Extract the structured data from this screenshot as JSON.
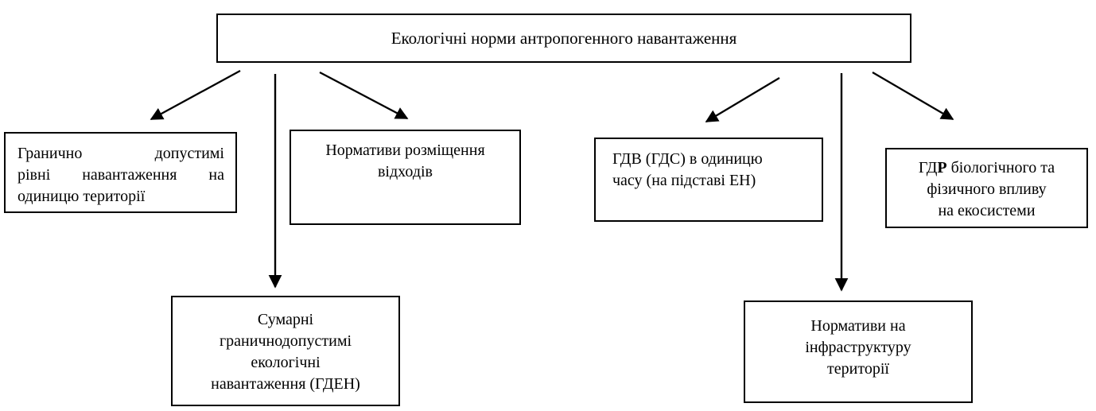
{
  "diagram": {
    "title": "Екологічні норми антропогенного навантаження",
    "boxes": {
      "limit_levels": {
        "justified_lines": [
          [
            "Гранично",
            "допустимі"
          ],
          [
            "рівні",
            "навантаження",
            "на"
          ]
        ],
        "last_line": "одиницю території"
      },
      "waste_placement": {
        "text": "Нормативи розміщення\nвідходів"
      },
      "gdv": {
        "text": "ГДВ (ГДС) в одиницю\nчасу (на підставі ЕН)"
      },
      "gdr": {
        "prefix": "ГД",
        "bold_letter": "Р",
        "rest": " біологічного та\nфізичного впливу\nна екосистеми"
      },
      "gden": {
        "text": "Сумарні\nграничнодопустимі\nекологічні\nнавантаження (ГДЕН)"
      },
      "infrastructure": {
        "text": "Нормативи на\nінфраструктуру\nтериторії"
      }
    },
    "colors": {
      "background": "#ffffff",
      "border": "#000000",
      "text": "#000000",
      "arrow": "#000000"
    }
  }
}
